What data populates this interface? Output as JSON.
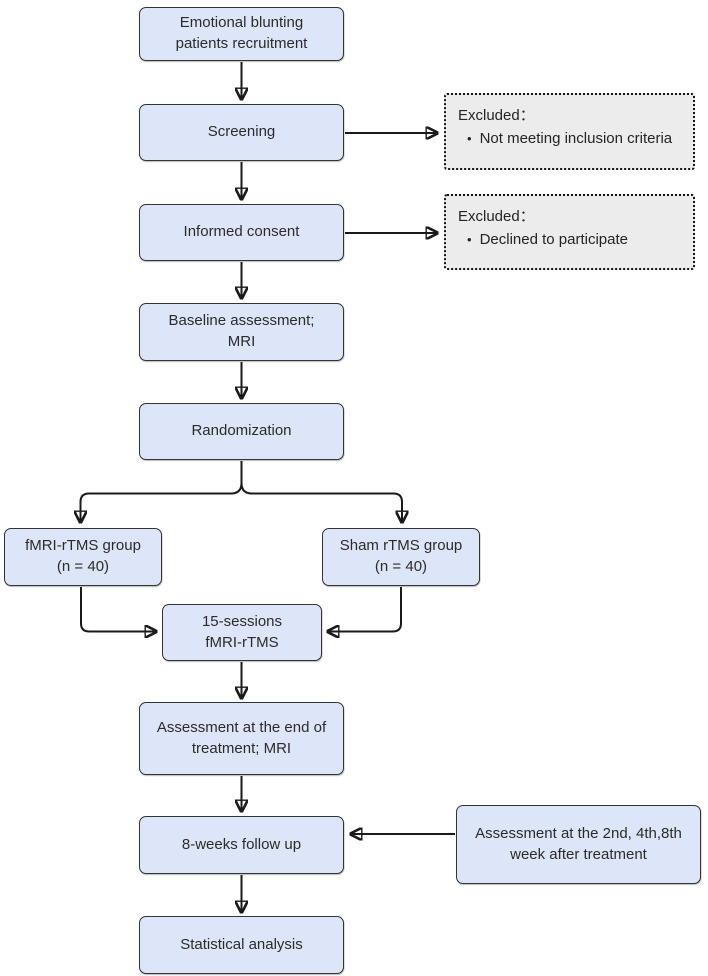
{
  "diagram": {
    "type": "flowchart",
    "colors": {
      "node_fill": "#dde6f8",
      "node_border": "#333333",
      "excluded_fill": "#ececec",
      "excluded_border": "#141414",
      "arrow": "#1a1a1a",
      "text": "#2b2b2b"
    },
    "nodes": [
      {
        "id": "recruitment",
        "label": "Emotional blunting\npatients recruitment"
      },
      {
        "id": "screening",
        "label": "Screening"
      },
      {
        "id": "informed-consent",
        "label": "Informed consent"
      },
      {
        "id": "baseline-assessment",
        "label": "Baseline assessment;\nMRI"
      },
      {
        "id": "randomization",
        "label": "Randomization"
      },
      {
        "id": "fmri-rtms-group",
        "label": "fMRI-rTMS group\n(n = 40)"
      },
      {
        "id": "sham-rtms-group",
        "label": "Sham rTMS group\n(n = 40)"
      },
      {
        "id": "sessions",
        "label": "15-sessions\nfMRI-rTMS"
      },
      {
        "id": "end-assessment",
        "label": "Assessment at the end of\ntreatment; MRI"
      },
      {
        "id": "followup",
        "label": "8-weeks follow up"
      },
      {
        "id": "followup-assessment",
        "label": "Assessment at the 2nd, 4th,8th\nweek after treatment"
      },
      {
        "id": "statistical-analysis",
        "label": "Statistical analysis"
      }
    ],
    "excluded_boxes": [
      {
        "id": "excluded-screening",
        "title": "Excluded：",
        "bullet": "•",
        "items": [
          "Not meeting inclusion criteria"
        ]
      },
      {
        "id": "excluded-consent",
        "title": "Excluded：",
        "bullet": "•",
        "items": [
          "Declined to participate"
        ]
      }
    ]
  }
}
